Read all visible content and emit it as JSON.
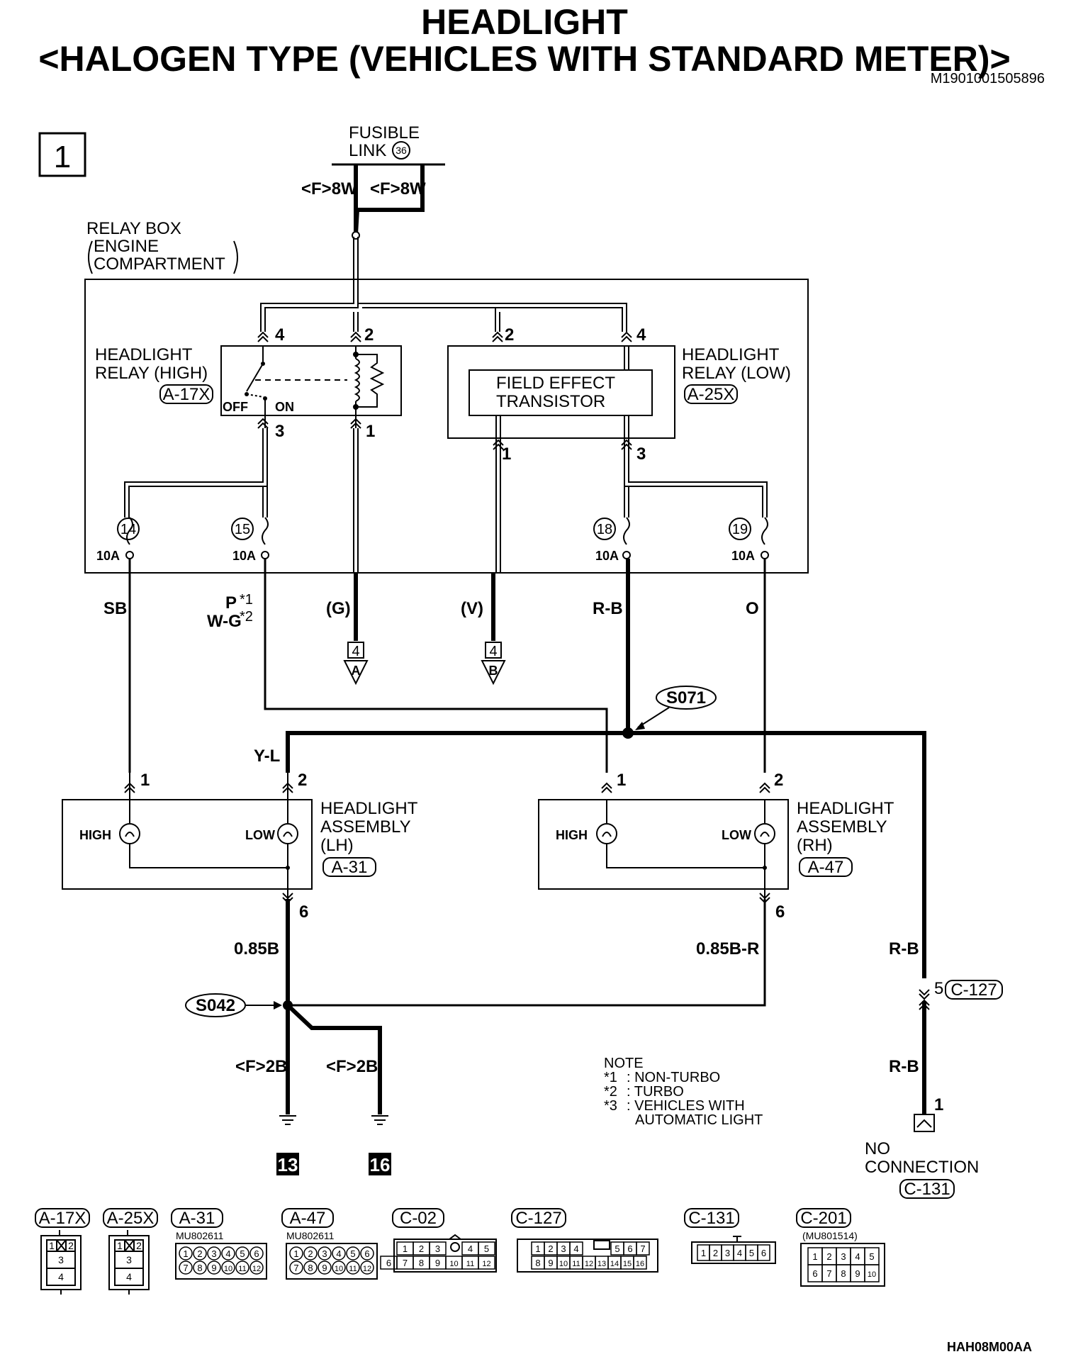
{
  "title": {
    "line1": "HEADLIGHT",
    "line2": "<HALOGEN TYPE (VEHICLES WITH STANDARD METER)>",
    "doc_id": "M1901001505896",
    "page_code": "HAH08M00AA"
  },
  "page_number": "1",
  "fusible_link": {
    "line1": "FUSIBLE",
    "line2": "LINK",
    "number": "36"
  },
  "wires": {
    "feed_left": "<F>8W",
    "feed_right": "<F>8W",
    "sb": "SB",
    "p": "P",
    "p_mark": "*1",
    "wg": "W-G",
    "wg_mark": "*2",
    "g": "(G)",
    "v": "(V)",
    "rb": "R-B",
    "o": "O",
    "yl": "Y-L",
    "lh_ground": "0.85B",
    "rh_ground": "0.85B-R",
    "rb_down1": "R-B",
    "rb_down2": "R-B",
    "gnd_left": "<F>2B",
    "gnd_right": "<F>2B"
  },
  "relay_box": {
    "line1": "RELAY BOX",
    "line2": "ENGINE",
    "line3": "COMPARTMENT"
  },
  "relay_high": {
    "line1": "HEADLIGHT",
    "line2": "RELAY (HIGH)",
    "connector": "A-17X",
    "off": "OFF",
    "on": "ON",
    "pin_4": "4",
    "pin_2": "2",
    "pin_3": "3",
    "pin_1": "1"
  },
  "relay_low": {
    "line1": "HEADLIGHT",
    "line2": "RELAY (LOW)",
    "connector": "A-25X",
    "fet_line1": "FIELD EFFECT",
    "fet_line2": "TRANSISTOR",
    "pin_2": "2",
    "pin_4": "4",
    "pin_1": "1",
    "pin_3": "3"
  },
  "fuses": [
    {
      "number": "14",
      "rating": "10A"
    },
    {
      "number": "15",
      "rating": "10A"
    },
    {
      "number": "18",
      "rating": "10A"
    },
    {
      "number": "19",
      "rating": "10A"
    }
  ],
  "continues": [
    {
      "page": "4",
      "letter": "A"
    },
    {
      "page": "4",
      "letter": "B"
    }
  ],
  "splices": {
    "s071": "S071",
    "s042": "S042"
  },
  "headlight_lh": {
    "line1": "HEADLIGHT",
    "line2": "ASSEMBLY",
    "line3": "(LH)",
    "connector": "A-31",
    "high": "HIGH",
    "low": "LOW",
    "pin_1": "1",
    "pin_2": "2",
    "pin_6": "6"
  },
  "headlight_rh": {
    "line1": "HEADLIGHT",
    "line2": "ASSEMBLY",
    "line3": "(RH)",
    "connector": "A-47",
    "high": "HIGH",
    "low": "LOW",
    "pin_1": "1",
    "pin_2": "2",
    "pin_6": "6"
  },
  "c127": {
    "pin": "5",
    "connector": "C-127"
  },
  "c131": {
    "pin": "1",
    "line1": "NO",
    "line2": "CONNECTION",
    "connector": "C-131"
  },
  "grounds": [
    "13",
    "16"
  ],
  "note": {
    "heading": "NOTE",
    "items": [
      {
        "mark": "*1",
        "text": ": NON-TURBO"
      },
      {
        "mark": "*2",
        "text": ": TURBO"
      },
      {
        "mark": "*3",
        "text": ": VEHICLES WITH"
      }
    ],
    "continuation": "AUTOMATIC LIGHT"
  },
  "connectors_legend": [
    {
      "name": "A-17X",
      "part": "",
      "pins": [
        "1",
        "2",
        "3",
        "4"
      ]
    },
    {
      "name": "A-25X",
      "part": "",
      "pins": [
        "1",
        "2",
        "3",
        "4"
      ]
    },
    {
      "name": "A-31",
      "part": "MU802611",
      "pins": [
        "1",
        "2",
        "3",
        "4",
        "5",
        "6",
        "7",
        "8",
        "9",
        "10",
        "11",
        "12"
      ]
    },
    {
      "name": "A-47",
      "part": "MU802611",
      "pins": [
        "1",
        "2",
        "3",
        "4",
        "5",
        "6",
        "7",
        "8",
        "9",
        "10",
        "11",
        "12"
      ]
    },
    {
      "name": "C-02",
      "part": "",
      "pins": [
        "1",
        "2",
        "3",
        "4",
        "5",
        "6",
        "7",
        "8",
        "9",
        "10",
        "11",
        "12"
      ]
    },
    {
      "name": "C-127",
      "part": "",
      "pins": [
        "1",
        "2",
        "3",
        "4",
        "5",
        "6",
        "7",
        "8",
        "9",
        "10",
        "11",
        "12",
        "13",
        "14",
        "15",
        "16"
      ]
    },
    {
      "name": "C-131",
      "part": "",
      "pins": [
        "1",
        "2",
        "3",
        "4",
        "5",
        "6"
      ]
    },
    {
      "name": "C-201",
      "part": "(MU801514)",
      "pins": [
        "1",
        "2",
        "3",
        "4",
        "5",
        "6",
        "7",
        "8",
        "9",
        "10"
      ]
    }
  ]
}
